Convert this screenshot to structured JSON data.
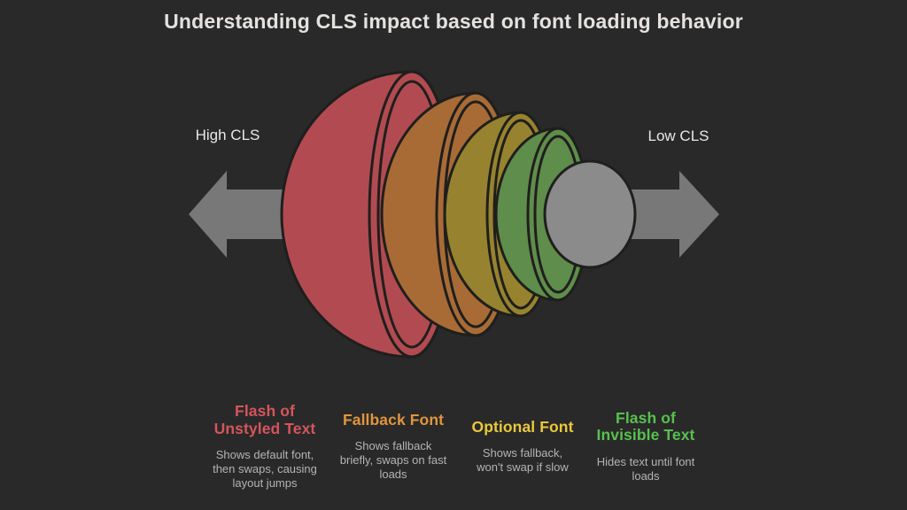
{
  "page": {
    "title": "Understanding CLS impact based on font loading behavior",
    "background_color": "#292929",
    "title_color": "#e4e2e0"
  },
  "axis": {
    "high_label": "High CLS",
    "low_label": "Low CLS",
    "label_color": "#e8e8e8",
    "arrow_color": "#787878"
  },
  "diagram": {
    "outline_color": "#1f1f1d",
    "core_color": "#8b8b8b",
    "layers": [
      {
        "id": "fout",
        "label": "Flash of Unstyled Text",
        "color": "#b24b51"
      },
      {
        "id": "fallback",
        "label": "Fallback Font",
        "color": "#a86b36"
      },
      {
        "id": "optional",
        "label": "Optional Font",
        "color": "#97832f"
      },
      {
        "id": "foit",
        "label": "Flash of Invisible Text",
        "color": "#5f8d4b"
      }
    ]
  },
  "legend": [
    {
      "title": "Flash of Unstyled Text",
      "color": "#d4555b",
      "description": "Shows default font, then swaps, causing layout jumps"
    },
    {
      "title": "Fallback Font",
      "color": "#e0963e",
      "description": "Shows fallback briefly, swaps on fast loads"
    },
    {
      "title": "Optional Font",
      "color": "#e9c83c",
      "description": "Shows fallback, won't swap if slow"
    },
    {
      "title": "Flash of Invisible Text",
      "color": "#58c04f",
      "description": "Hides text until font loads"
    }
  ]
}
